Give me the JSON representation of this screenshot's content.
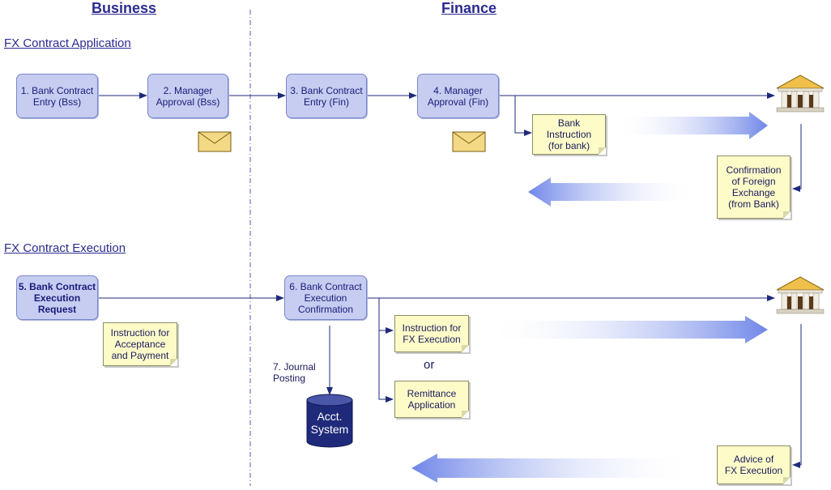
{
  "lanes": {
    "business": "Business",
    "finance": "Finance"
  },
  "sections": {
    "application": "FX Contract Application",
    "execution": "FX Contract Execution"
  },
  "steps": {
    "s1": "1. Bank Contract\nEntry (Bss)",
    "s2": "2. Manager\nApproval (Bss)",
    "s3": "3. Bank Contract\nEntry (Fin)",
    "s4": "4. Manager\nApproval (Fin)",
    "s5": "5. Bank Contract\nExecution\nRequest",
    "s6": "6. Bank Contract\nExecution\nConfirmation",
    "s7": "7. Journal\nPosting"
  },
  "notes": {
    "bank_instruction": "Bank\nInstruction\n(for bank)",
    "confirmation": "Confirmation\nof Foreign\nExchange\n(from Bank)",
    "acceptance": "Instruction for\nAcceptance\nand Payment",
    "fx_execution": "Instruction for\nFX Execution",
    "remittance": "Remittance\nApplication",
    "advice": "Advice of\nFX Execution"
  },
  "or_label": "or",
  "database": "Acct.\nSystem",
  "icons": {
    "envelope": "envelope-icon",
    "bank": "bank-building-icon",
    "database": "database-cylinder-icon"
  },
  "colors": {
    "process_fill": "#c6cdf0",
    "note_fill": "#fdfcc8",
    "connector": "#1e2a78",
    "flow_arrow": "#6f86e8",
    "database": "#1f2a7a"
  }
}
